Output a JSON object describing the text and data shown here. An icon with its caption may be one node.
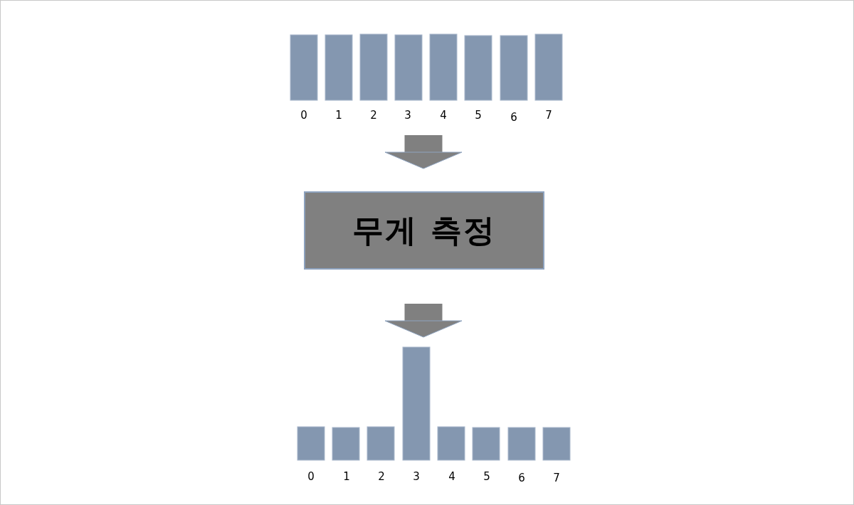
{
  "diagram": {
    "nodes": [
      {
        "text": [],
        "shape": "bar"
      },
      {
        "text": [
          "무게 측정"
        ]
      },
      {
        "text": [],
        "shape": "bar"
      }
    ],
    "edges": [
      {
        "from": 0,
        "to": 1,
        "arrow": "to"
      },
      {
        "from": 1,
        "to": 2,
        "arrow": "to"
      }
    ],
    "labels": [
      "0",
      "1",
      "2",
      "3",
      "4",
      "5",
      "6",
      "7",
      "0",
      "1",
      "2",
      "3",
      "4",
      "5",
      "6",
      "7"
    ]
  }
}
